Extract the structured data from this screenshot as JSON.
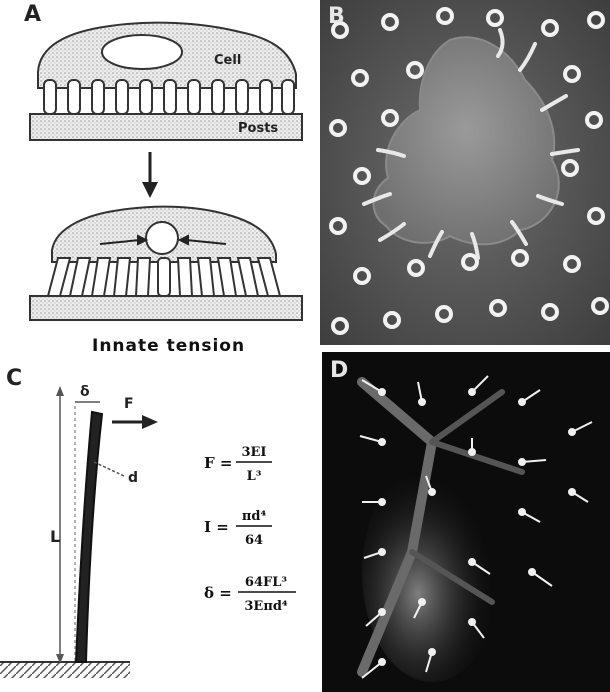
{
  "panels": {
    "a": {
      "letter": "A",
      "cell_label": "Cell",
      "posts_label": "Posts",
      "caption": "Innate tension"
    },
    "b": {
      "letter": "B"
    },
    "c": {
      "letter": "C",
      "delta_label": "δ",
      "force_label": "F",
      "length_label": "L",
      "diameter_label": "d",
      "eq1_lhs": "F =",
      "eq1_num": "3EI",
      "eq1_den": "L³",
      "eq2_lhs": "I =",
      "eq2_num": "πd⁴",
      "eq2_den": "64",
      "eq3_lhs": "δ =",
      "eq3_num": "64FL³",
      "eq3_den": "3Eπd⁴"
    },
    "d": {
      "letter": "D"
    }
  }
}
